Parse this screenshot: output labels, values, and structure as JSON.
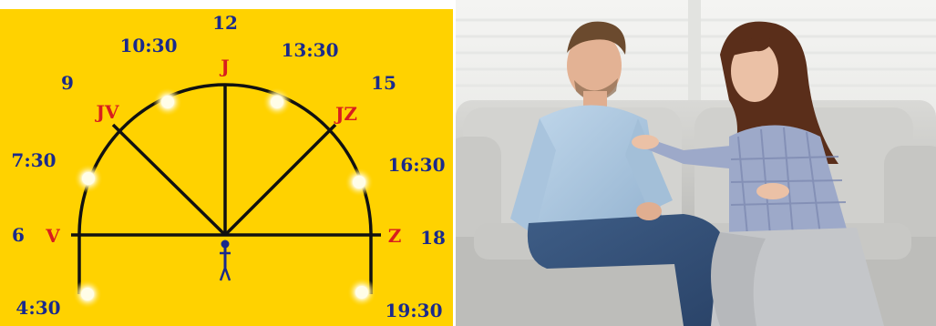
{
  "colors": {
    "background": "#FFD200",
    "hour_text": "#1A2A8C",
    "direction_text": "#D81E1E",
    "lines": "#111111",
    "sun_core": "#FFF6C4",
    "sun_glow": "#FFFFFF",
    "person": "#1A2A8C"
  },
  "diagram": {
    "hours": {
      "h12": "12",
      "h1030": "10:30",
      "h1330": "13:30",
      "h9": "9",
      "h15": "15",
      "h730": "7:30",
      "h1630": "16:30",
      "h6": "6",
      "h18": "18",
      "h430": "4:30",
      "h1930": "19:30"
    },
    "directions": {
      "j": "J",
      "jv": "JV",
      "jz": "JZ",
      "v": "V",
      "z": "Z"
    },
    "icons": {
      "sun": "sun-icon",
      "person": "person-icon"
    }
  },
  "photo": {
    "subject": "couple-arguing-on-sofa"
  }
}
